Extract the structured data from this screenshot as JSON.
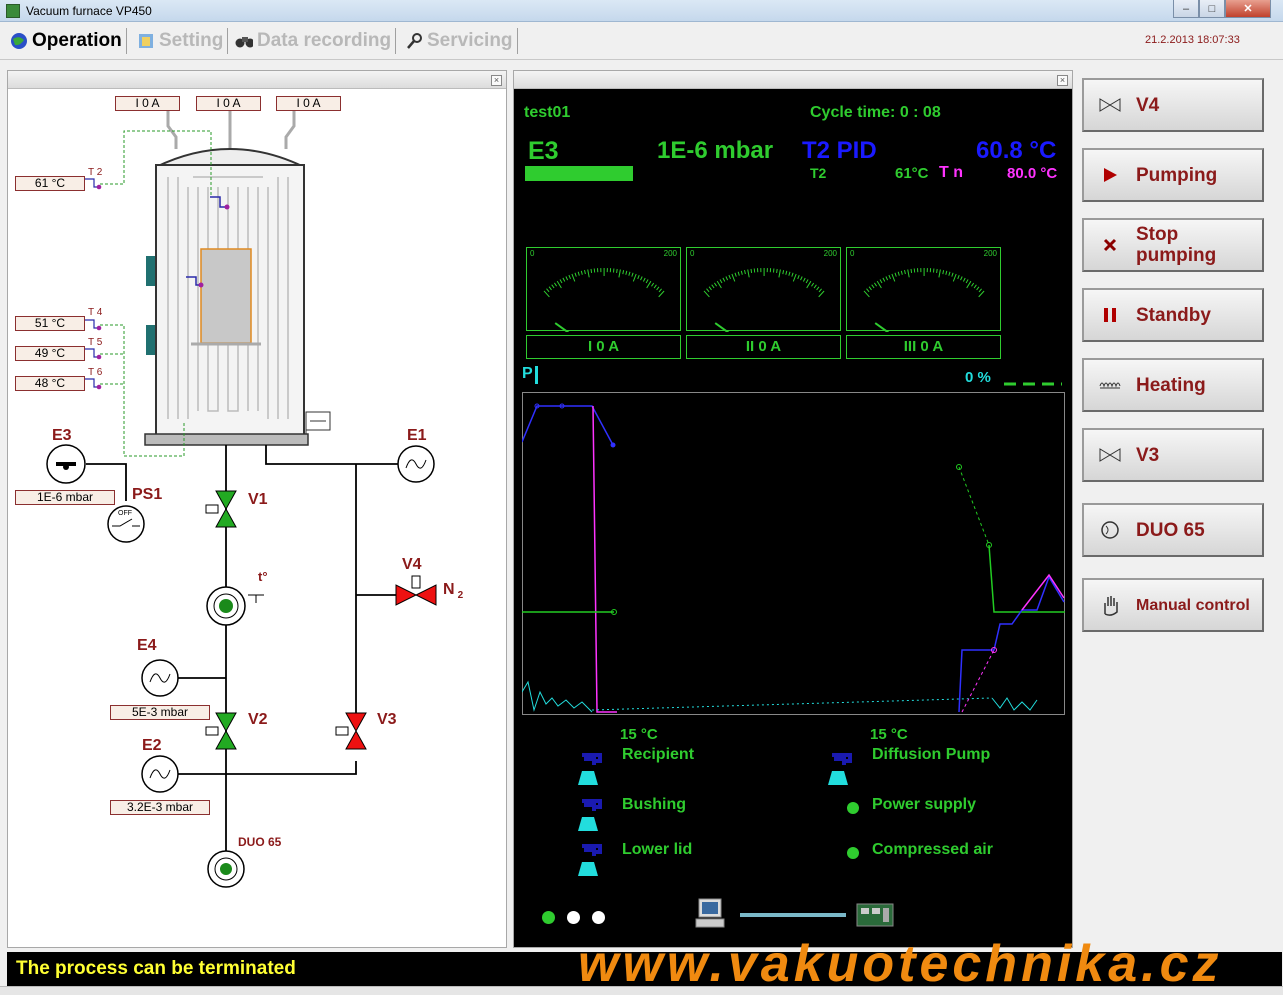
{
  "window": {
    "title": "Vacuum furnace VP450"
  },
  "tabs": [
    {
      "label": "Operation"
    },
    {
      "label": "Setting"
    },
    {
      "label": "Data recording"
    },
    {
      "label": "Servicing"
    }
  ],
  "datetime": "21.2.2013 18:07:33",
  "schematic": {
    "heater_currents": [
      "I  0 A",
      "I  0 A",
      "I  0 A"
    ],
    "temps": [
      {
        "tag": "T 2",
        "value": "61 °C"
      },
      {
        "tag": "T 4",
        "value": "51 °C"
      },
      {
        "tag": "T 5",
        "value": "49 °C"
      },
      {
        "tag": "T 6",
        "value": "48 °C"
      }
    ],
    "gauges": {
      "e3": {
        "label": "E3",
        "value": "1E-6 mbar"
      },
      "e1": {
        "label": "E1"
      },
      "e4": {
        "label": "E4",
        "value": "5E-3 mbar"
      },
      "e2": {
        "label": "E2",
        "value": "3.2E-3 mbar"
      }
    },
    "ps1": "PS1",
    "ps1_switch": "OFF",
    "valves": {
      "v1": "V1",
      "v2": "V2",
      "v3": "V3",
      "v4": "V4"
    },
    "n2_main": "N",
    "n2_sub": "2",
    "temp_symbol": "t°",
    "pump": "DUO 65"
  },
  "monitor": {
    "program": "test01",
    "cycle_time": "Cycle time: 0 : 08",
    "gauge_name": "E3",
    "pressure": "1E-6 mbar",
    "controller": "T2 PID",
    "temperature": "60.8 °C",
    "sensor": "T2",
    "actual": "61°C",
    "tn_label": "T n",
    "setpoint": "80.0 °C",
    "meters": [
      {
        "label": "I   0 A",
        "min": "0",
        "max": "200",
        "value": 0
      },
      {
        "label": "II   0 A",
        "min": "0",
        "max": "200",
        "value": 0
      },
      {
        "label": "III   0 A",
        "min": "0",
        "max": "200",
        "value": 0
      }
    ],
    "p_label": "P",
    "p_percent": "0 %",
    "cooling": {
      "recipient_temp": "15 °C",
      "recipient": "Recipient",
      "bushing": "Bushing",
      "lower_lid": "Lower lid",
      "diffpump_temp": "15 °C",
      "diffpump": "Diffusion Pump",
      "power": "Power supply",
      "air": "Compressed air"
    }
  },
  "buttons": [
    {
      "label": "V4",
      "icon": "valve-icon"
    },
    {
      "label": "Pumping",
      "icon": "play-icon"
    },
    {
      "label": "Stop pumping",
      "line1": "Stop",
      "line2": "pumping",
      "icon": "x-icon"
    },
    {
      "label": "Standby",
      "icon": "pause-icon"
    },
    {
      "label": "Heating",
      "icon": "coil-icon"
    },
    {
      "label": "V3",
      "icon": "valve-icon"
    },
    {
      "label": "DUO 65",
      "icon": "pump-icon"
    },
    {
      "label": "Manual control",
      "icon": "hand-icon"
    }
  ],
  "status": "The process can be terminated",
  "watermark": "www.vakuotechnika.cz",
  "colors": {
    "green": "#2fcc2f",
    "blue": "#1a1aff",
    "magenta": "#ff33ff",
    "cyan": "#22dddd",
    "darkred": "#8b1a1a"
  }
}
